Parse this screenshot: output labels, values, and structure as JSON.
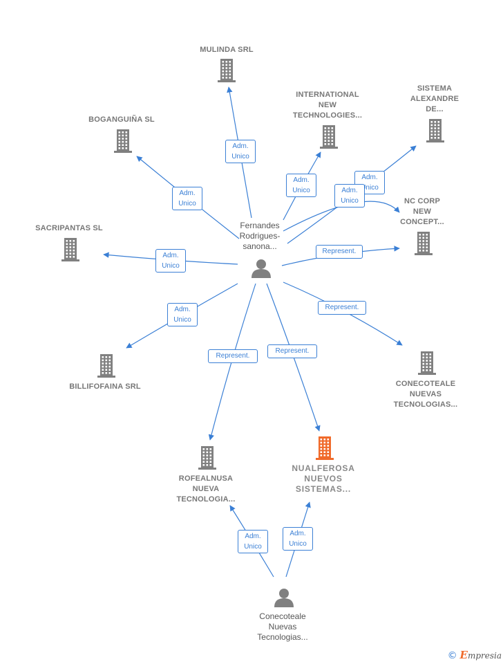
{
  "colors": {
    "edge": "#3a7fd5",
    "company": "#808080",
    "focus_company": "#f06a2a",
    "person": "#808080"
  },
  "nodes": {
    "mulinda": {
      "label": [
        "MULINDA SRL"
      ],
      "icon": "building-icon"
    },
    "boganguina": {
      "label": [
        "BOGANGUIÑA SL"
      ],
      "icon": "building-icon"
    },
    "international": {
      "label": [
        "INTERNATIONAL",
        "NEW",
        "TECHNOLOGIES..."
      ],
      "icon": "building-icon"
    },
    "sistema": {
      "label": [
        "SISTEMA",
        "ALEXANDRE",
        "DE..."
      ],
      "icon": "building-icon"
    },
    "nccorp": {
      "label": [
        "NC CORP",
        "NEW",
        "CONCEPT..."
      ],
      "icon": "building-icon"
    },
    "sacripantas": {
      "label": [
        "SACRIPANTAS SL"
      ],
      "icon": "building-icon"
    },
    "billifofaina": {
      "label": [
        "BILLIFOFAINA SRL"
      ],
      "icon": "building-icon"
    },
    "conecoteale_company": {
      "label": [
        "CONECOTEALE",
        "NUEVAS",
        "TECNOLOGIAS..."
      ],
      "icon": "building-icon"
    },
    "rofealnusa": {
      "label": [
        "ROFEALNUSA",
        "NUEVA",
        "TECNOLOGIA..."
      ],
      "icon": "building-icon"
    },
    "nualferosa": {
      "label": [
        "NUALFEROSA",
        "NUEVOS",
        "SISTEMAS..."
      ],
      "icon": "building-icon",
      "focus": true
    },
    "fernandes": {
      "label": [
        "Fernandes",
        "Rodrigues-",
        "sanona..."
      ],
      "icon": "person-icon"
    },
    "conecoteale_person": {
      "label": [
        "Conecoteale",
        "Nuevas",
        "Tecnologias..."
      ],
      "icon": "person-icon"
    }
  },
  "edges": [
    {
      "id": "e-mulinda",
      "lines": [
        "Adm.",
        "Unico"
      ]
    },
    {
      "id": "e-boganguina",
      "lines": [
        "Adm.",
        "Unico"
      ]
    },
    {
      "id": "e-international",
      "lines": [
        "Adm.",
        "Unico"
      ]
    },
    {
      "id": "e-sistema",
      "lines": [
        "Adm.",
        "Unico"
      ]
    },
    {
      "id": "e-nccorp-adm",
      "lines": [
        "Adm.",
        "Unico"
      ]
    },
    {
      "id": "e-nccorp-rep",
      "lines": [
        "Represent."
      ]
    },
    {
      "id": "e-sacripantas",
      "lines": [
        "Adm.",
        "Unico"
      ]
    },
    {
      "id": "e-billifofaina",
      "lines": [
        "Adm.",
        "Unico"
      ]
    },
    {
      "id": "e-conecoteale",
      "lines": [
        "Represent."
      ]
    },
    {
      "id": "e-rofealnusa",
      "lines": [
        "Represent."
      ]
    },
    {
      "id": "e-nualferosa",
      "lines": [
        "Represent."
      ]
    },
    {
      "id": "e-cp-rofealnusa",
      "lines": [
        "Adm.",
        "Unico"
      ]
    },
    {
      "id": "e-cp-nualferosa",
      "lines": [
        "Adm.",
        "Unico"
      ]
    }
  ],
  "footer": {
    "copyright": "©",
    "brand_initial": "E",
    "brand_rest": "mpresia"
  }
}
